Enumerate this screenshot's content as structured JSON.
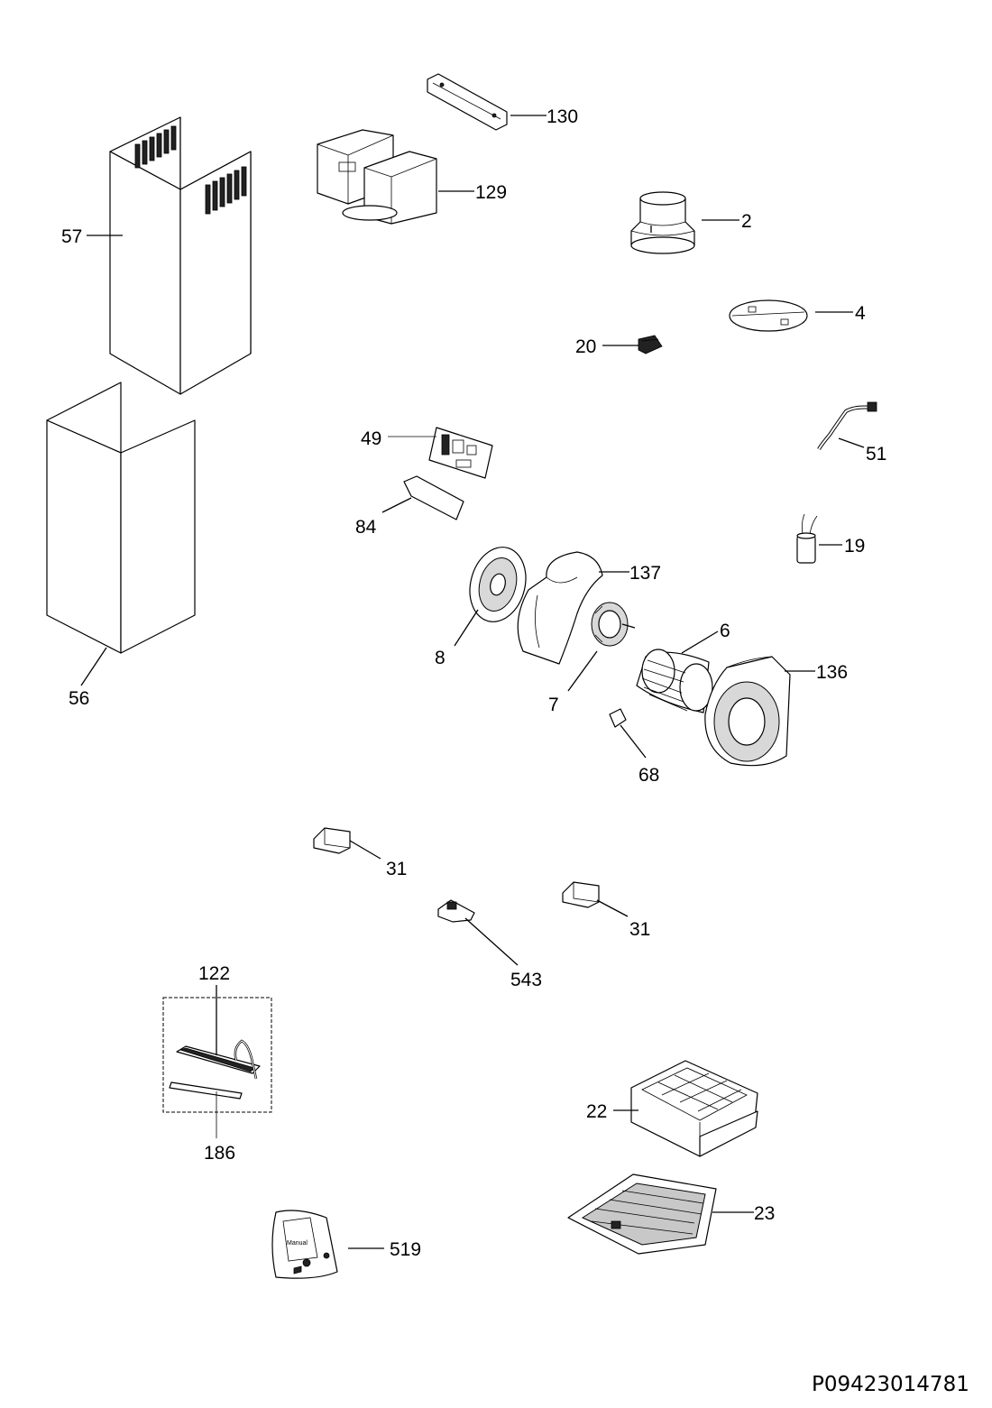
{
  "labels": {
    "p130": "130",
    "p129": "129",
    "p2": "2",
    "p57": "57",
    "p4": "4",
    "p20": "20",
    "p51": "51",
    "p49": "49",
    "p84": "84",
    "p19": "19",
    "p137": "137",
    "p6": "6",
    "p8": "8",
    "p136": "136",
    "p7": "7",
    "p56": "56",
    "p68": "68",
    "p31a": "31",
    "p31b": "31",
    "p543": "543",
    "p122": "122",
    "p186": "186",
    "p22": "22",
    "p23": "23",
    "p519": "519"
  },
  "kit_text": "Manual",
  "footer_code": "P09423014781"
}
